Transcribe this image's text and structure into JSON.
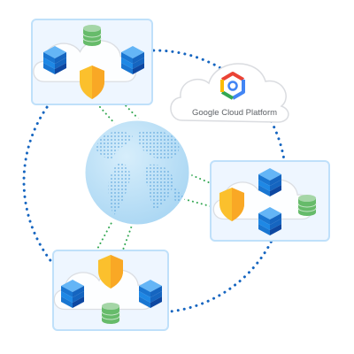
{
  "brand": {
    "name": "Google Cloud Platform",
    "logo_colors": [
      "#4285F4",
      "#EA4335",
      "#FBBC05",
      "#34A853"
    ]
  },
  "colors": {
    "panel_fill": "#EEF6FF",
    "panel_border": "#BFE0FA",
    "globe": "#BEE2F7",
    "globe_dots": "#5FA8E2",
    "cube": "#1E88E5",
    "cube_top": "#64B5F6",
    "shield": "#FBC02D",
    "db": "#81C995",
    "outer_ring": "#1565C0",
    "inner_links": "#34A853"
  },
  "nodes": [
    {
      "id": "top-left",
      "items": [
        "database",
        "server-stack",
        "server-stack",
        "shield"
      ]
    },
    {
      "id": "right",
      "items": [
        "server-stack",
        "server-stack",
        "shield",
        "database"
      ]
    },
    {
      "id": "bottom-left",
      "items": [
        "server-stack",
        "server-stack",
        "shield",
        "database"
      ]
    }
  ],
  "center": "globe"
}
